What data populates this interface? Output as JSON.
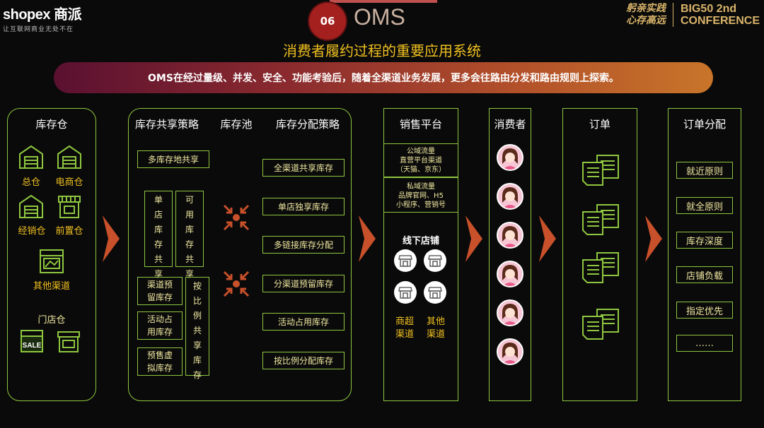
{
  "header": {
    "logo_brand": "shopex 商派",
    "logo_tagline": "让互联网商业无处不在",
    "badge_number": "06",
    "badge_label": "OMS",
    "conference_cal_1": "躬亲实践",
    "conference_cal_2": "心存高远",
    "conference_big_1": "BIG50  2nd",
    "conference_big_2": "CONFERENCE",
    "subtitle": "消费者履约过程的重要应用系统",
    "banner": "OMS在经过量级、并发、安全、功能考验后，随着全渠道业务发展，更多会往路由分发和路由规则上探索。"
  },
  "warehouse": {
    "title": "库存仓",
    "items": [
      "总仓",
      "电商仓",
      "经销仓",
      "前置仓"
    ],
    "other": "其他渠道",
    "store": "门店仓",
    "sale": "SALE"
  },
  "inventory": {
    "share_title": "库存共享策略",
    "pool_title": "库存池",
    "alloc_title": "库存分配策略",
    "multi_share": "多库存地共享",
    "single_store_share": "单店库存共享",
    "available_share": "可用库存共享",
    "channel_reserve": "渠道预留库存",
    "activity_occupy": "活动占用库存",
    "presale_virtual": "预售虚拟库存",
    "ratio_share": "按比例共享库存",
    "alloc_items": [
      "全渠道共享库存",
      "单店独享库存",
      "多链接库存分配",
      "分渠道预留库存",
      "活动占用库存",
      "按比例分配库存"
    ]
  },
  "sales": {
    "title": "销售平台",
    "public_1": "公域流量",
    "public_2": "直营平台渠道",
    "public_3": "（天猫、京东）",
    "private_1": "私域流量",
    "private_2": "品牌官网、H5",
    "private_3": "小程序、营销号",
    "offline": "线下店铺",
    "supermarket": "商超渠道",
    "other": "其他渠道"
  },
  "consumer": {
    "title": "消费者",
    "count": 6
  },
  "order": {
    "title": "订单"
  },
  "distribution": {
    "title": "订单分配",
    "items": [
      "就近原则",
      "就全原则",
      "库存深度",
      "店铺负载",
      "指定优先",
      "……"
    ]
  },
  "colors": {
    "accent_green": "#8ec63f",
    "accent_yellow": "#f0c020",
    "chevron": "#c8502a"
  }
}
